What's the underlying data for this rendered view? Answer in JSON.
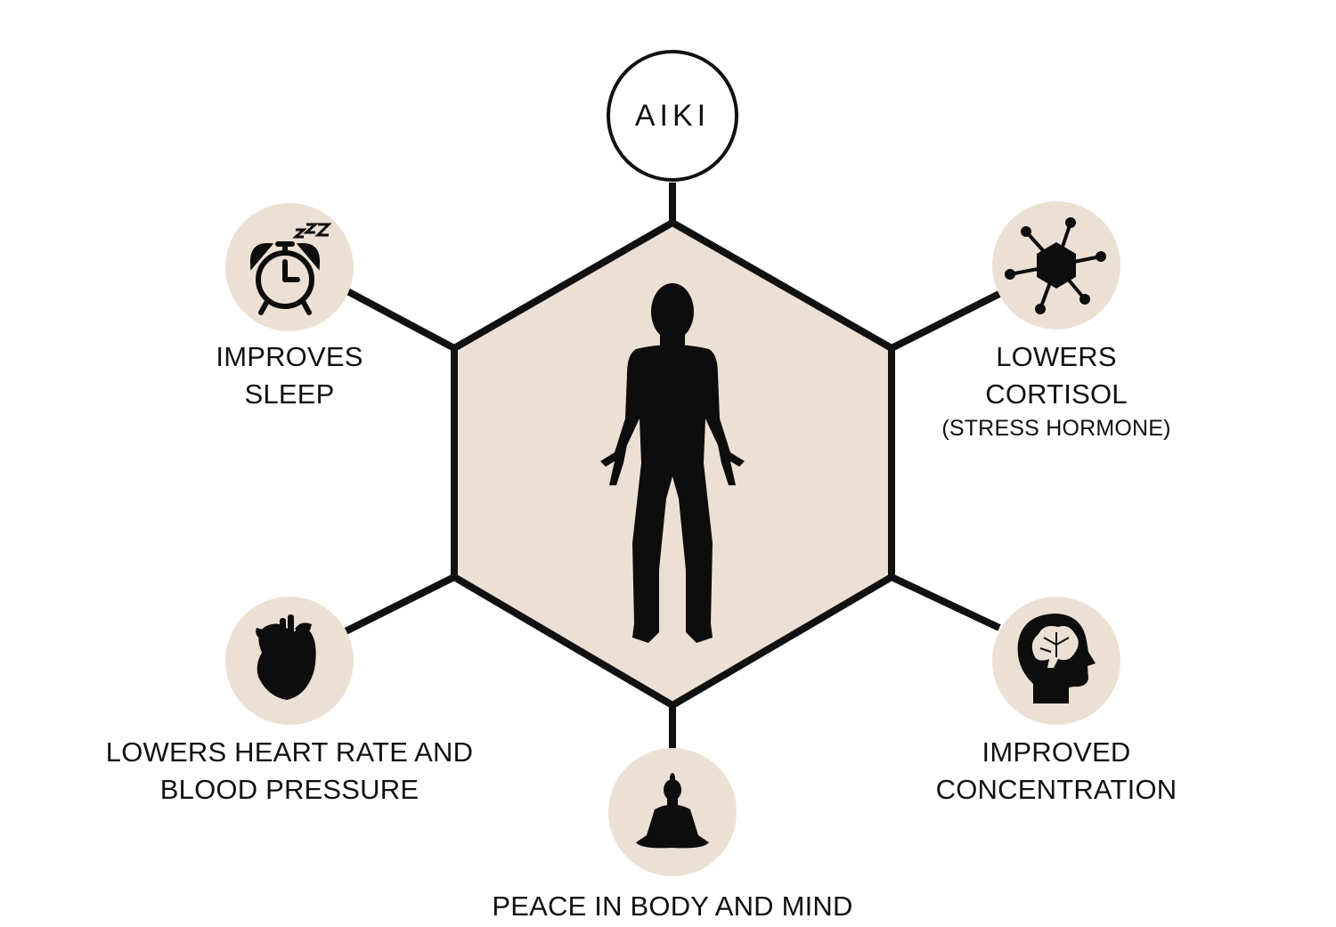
{
  "brand": {
    "logo_text": "AIKI"
  },
  "colors": {
    "fill": "#ece0d4",
    "line": "#111111",
    "icon": "#0d0d0d",
    "background": "#ffffff"
  },
  "center": {
    "icon": "human-figure-icon"
  },
  "benefits": [
    {
      "id": "sleep",
      "icon": "alarm-clock-icon",
      "lines": [
        "IMPROVES",
        "SLEEP"
      ]
    },
    {
      "id": "cortisol",
      "icon": "virus-icon",
      "lines": [
        "LOWERS",
        "CORTISOL"
      ],
      "sub": "(STRESS HORMONE)"
    },
    {
      "id": "heart",
      "icon": "heart-icon",
      "lines": [
        "LOWERS HEART RATE AND",
        "BLOOD PRESSURE"
      ]
    },
    {
      "id": "concentration",
      "icon": "brain-head-icon",
      "lines": [
        "IMPROVED",
        "CONCENTRATION"
      ]
    },
    {
      "id": "peace",
      "icon": "meditation-icon",
      "lines": [
        "PEACE IN BODY AND MIND"
      ]
    }
  ]
}
